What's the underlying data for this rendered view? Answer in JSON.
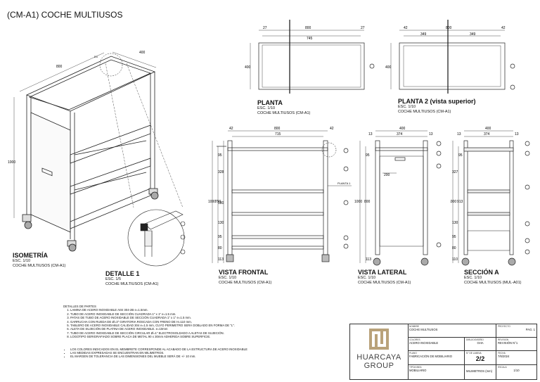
{
  "sheet_title": "(CM-A1) COCHE MULTIUSOS",
  "views": {
    "isometria": {
      "title": "ISOMETRÍA",
      "scale": "ESC. 1/10",
      "sub": "COCHE MULTIUSOS (CM-A1)",
      "dims": {
        "d800": "800",
        "d400": "400",
        "d1000": "1000",
        "d1": "D1"
      }
    },
    "detalle": {
      "title": "DETALLE 1",
      "scale": "ESC. 1/5",
      "sub": "COCHE MULTIUSOS (CM-A1)"
    },
    "planta": {
      "title": "PLANTA",
      "scale": "ESC. 1/10",
      "sub": "COCHE MULTIUSOS (CM-A1)",
      "dims": {
        "d27a": "27",
        "d800": "800",
        "d745": "745",
        "d27b": "27",
        "d400": "400"
      }
    },
    "planta2": {
      "title": "PLANTA 2 (vista superior)",
      "scale": "ESC. 1/10",
      "sub": "COCHE MULTIUSOS (CM-A1)",
      "dims": {
        "d42a": "42",
        "d800": "800",
        "d42b": "42",
        "d349a": "349",
        "d349b": "349",
        "d400": "400"
      }
    },
    "frontal": {
      "title": "VISTA FRONTAL",
      "scale": "ESC. 1/10",
      "sub": "COCHE MULTIUSOS (CM-A1)",
      "dims": {
        "d42a": "42",
        "d800": "800",
        "d42b": "42",
        "d715": "715",
        "d1000": "1000",
        "d790": "790",
        "d95a": "95",
        "d328": "328",
        "d180": "180",
        "d130": "130",
        "d95b": "95",
        "d80": "80",
        "d113": "113",
        "planta1": "PLANTA 1"
      }
    },
    "lateral": {
      "title": "VISTA LATERAL",
      "scale": "ESC. 1/10",
      "sub": "COCHE MULTIUSOS (CM-A1)",
      "dims": {
        "d400": "400",
        "d13a": "13",
        "d374": "374",
        "d13b": "13",
        "d1000": "1000",
        "d800": "800",
        "d95": "95",
        "d200": "200",
        "d113": "113"
      }
    },
    "seccion": {
      "title": "SECCIÓN A",
      "scale": "ESC. 1/10",
      "sub": "COCHE MULTIUSOS (MUL-A01)",
      "dims": {
        "d400": "400",
        "d13a": "13",
        "d374": "374",
        "d13b": "13",
        "d1000": "1000",
        "d913": "913",
        "d95a": "95",
        "d327": "327",
        "d130": "130",
        "d95b": "95",
        "d80": "80",
        "d110": "110"
      }
    }
  },
  "notes": {
    "heading": "DETALLES DE PARTES",
    "items": [
      "LAMINA DE ACERO INOXIDABLE AISI 304-2B e=1.5mm.",
      "TUBO DE ACERO INOXIDABLE DE SECCIÓN CUADRADA 1\" x 1\" e=1.5 mm.",
      "PATAS DE TUBO DE ACERO INOXIDABLE DE SECCIÓN CUADRADA 1\" x 1\" e=1.5 mm.",
      "GARRUCHA CON RUEDA DE Ø=3\" GIRATORIA ROSCADA CON FRENO DE H=110 mm.",
      "TABLERO DE ACERO INOXIDABLE CALIDAD 304  e=1.5 mm, CUYO PERIMETRO SERÁ DOBLADO EN FORMA DE \"L\".",
      "ALETA DE SUJECIÓN DE PLATINA DE ACERO INOXIDABLE. e=10mm",
      "TUBO DE ACERO INOXIDABLE DE SECCIÓN CIRCULAR Ø=1\" ELECTROSOLDADO A ALETAS DE SUJECIÓN.",
      "LOGOTIPO SERIGRAFIADO SOBRE PLACA DE METAL 90 x 30mm ADHERIDA SOBRE SUPERFICIE."
    ],
    "bullets": [
      "LOS COLORES INDICADOS EN EL MEMBRETE CORRESPONDE AL ACABADO DE LA ESTRUCTURA DE ACERO INOXIDABLE",
      "LAS MEDIDAS EXPRESADAS SE ENCUENTRAN EN MILIMETROS.",
      "EL MARGEN DE TOLERANCIA DE LAS DIMENSIONES DEL MUEBLE SERÁ DE +/- 10 mm."
    ]
  },
  "title_block": {
    "brand_line1": "HUARCAYA",
    "brand_line2": "GROUP",
    "nombre_label": "NOMBRE",
    "nombre": "COCHE MULTIUSOS",
    "proyecto_label": "PROYECTO",
    "proyecto": "PAG. 1",
    "colores_label": "COLORES",
    "colores": "ACERO INOXIDABLE",
    "dibujo_label": "DIBUJO/DISEÑO",
    "dibujo": "GHA",
    "revision_label": "REVISION",
    "revision": "REVISIÓN N°1",
    "plano_label": "PLANO",
    "plano": "FABRICACIÓN DE MOBILIARIO",
    "lamina_label": "N° DE LAMINA",
    "lamina": "2/2",
    "fecha_label": "FECHA",
    "fecha": "7/6/2024",
    "tipo_label": "TIPO/LINEA",
    "tipo": "MOBILIARIO",
    "unidad": "MILIMETROS (mm)",
    "escala_label": "ESCALA",
    "escala": "1/10"
  }
}
